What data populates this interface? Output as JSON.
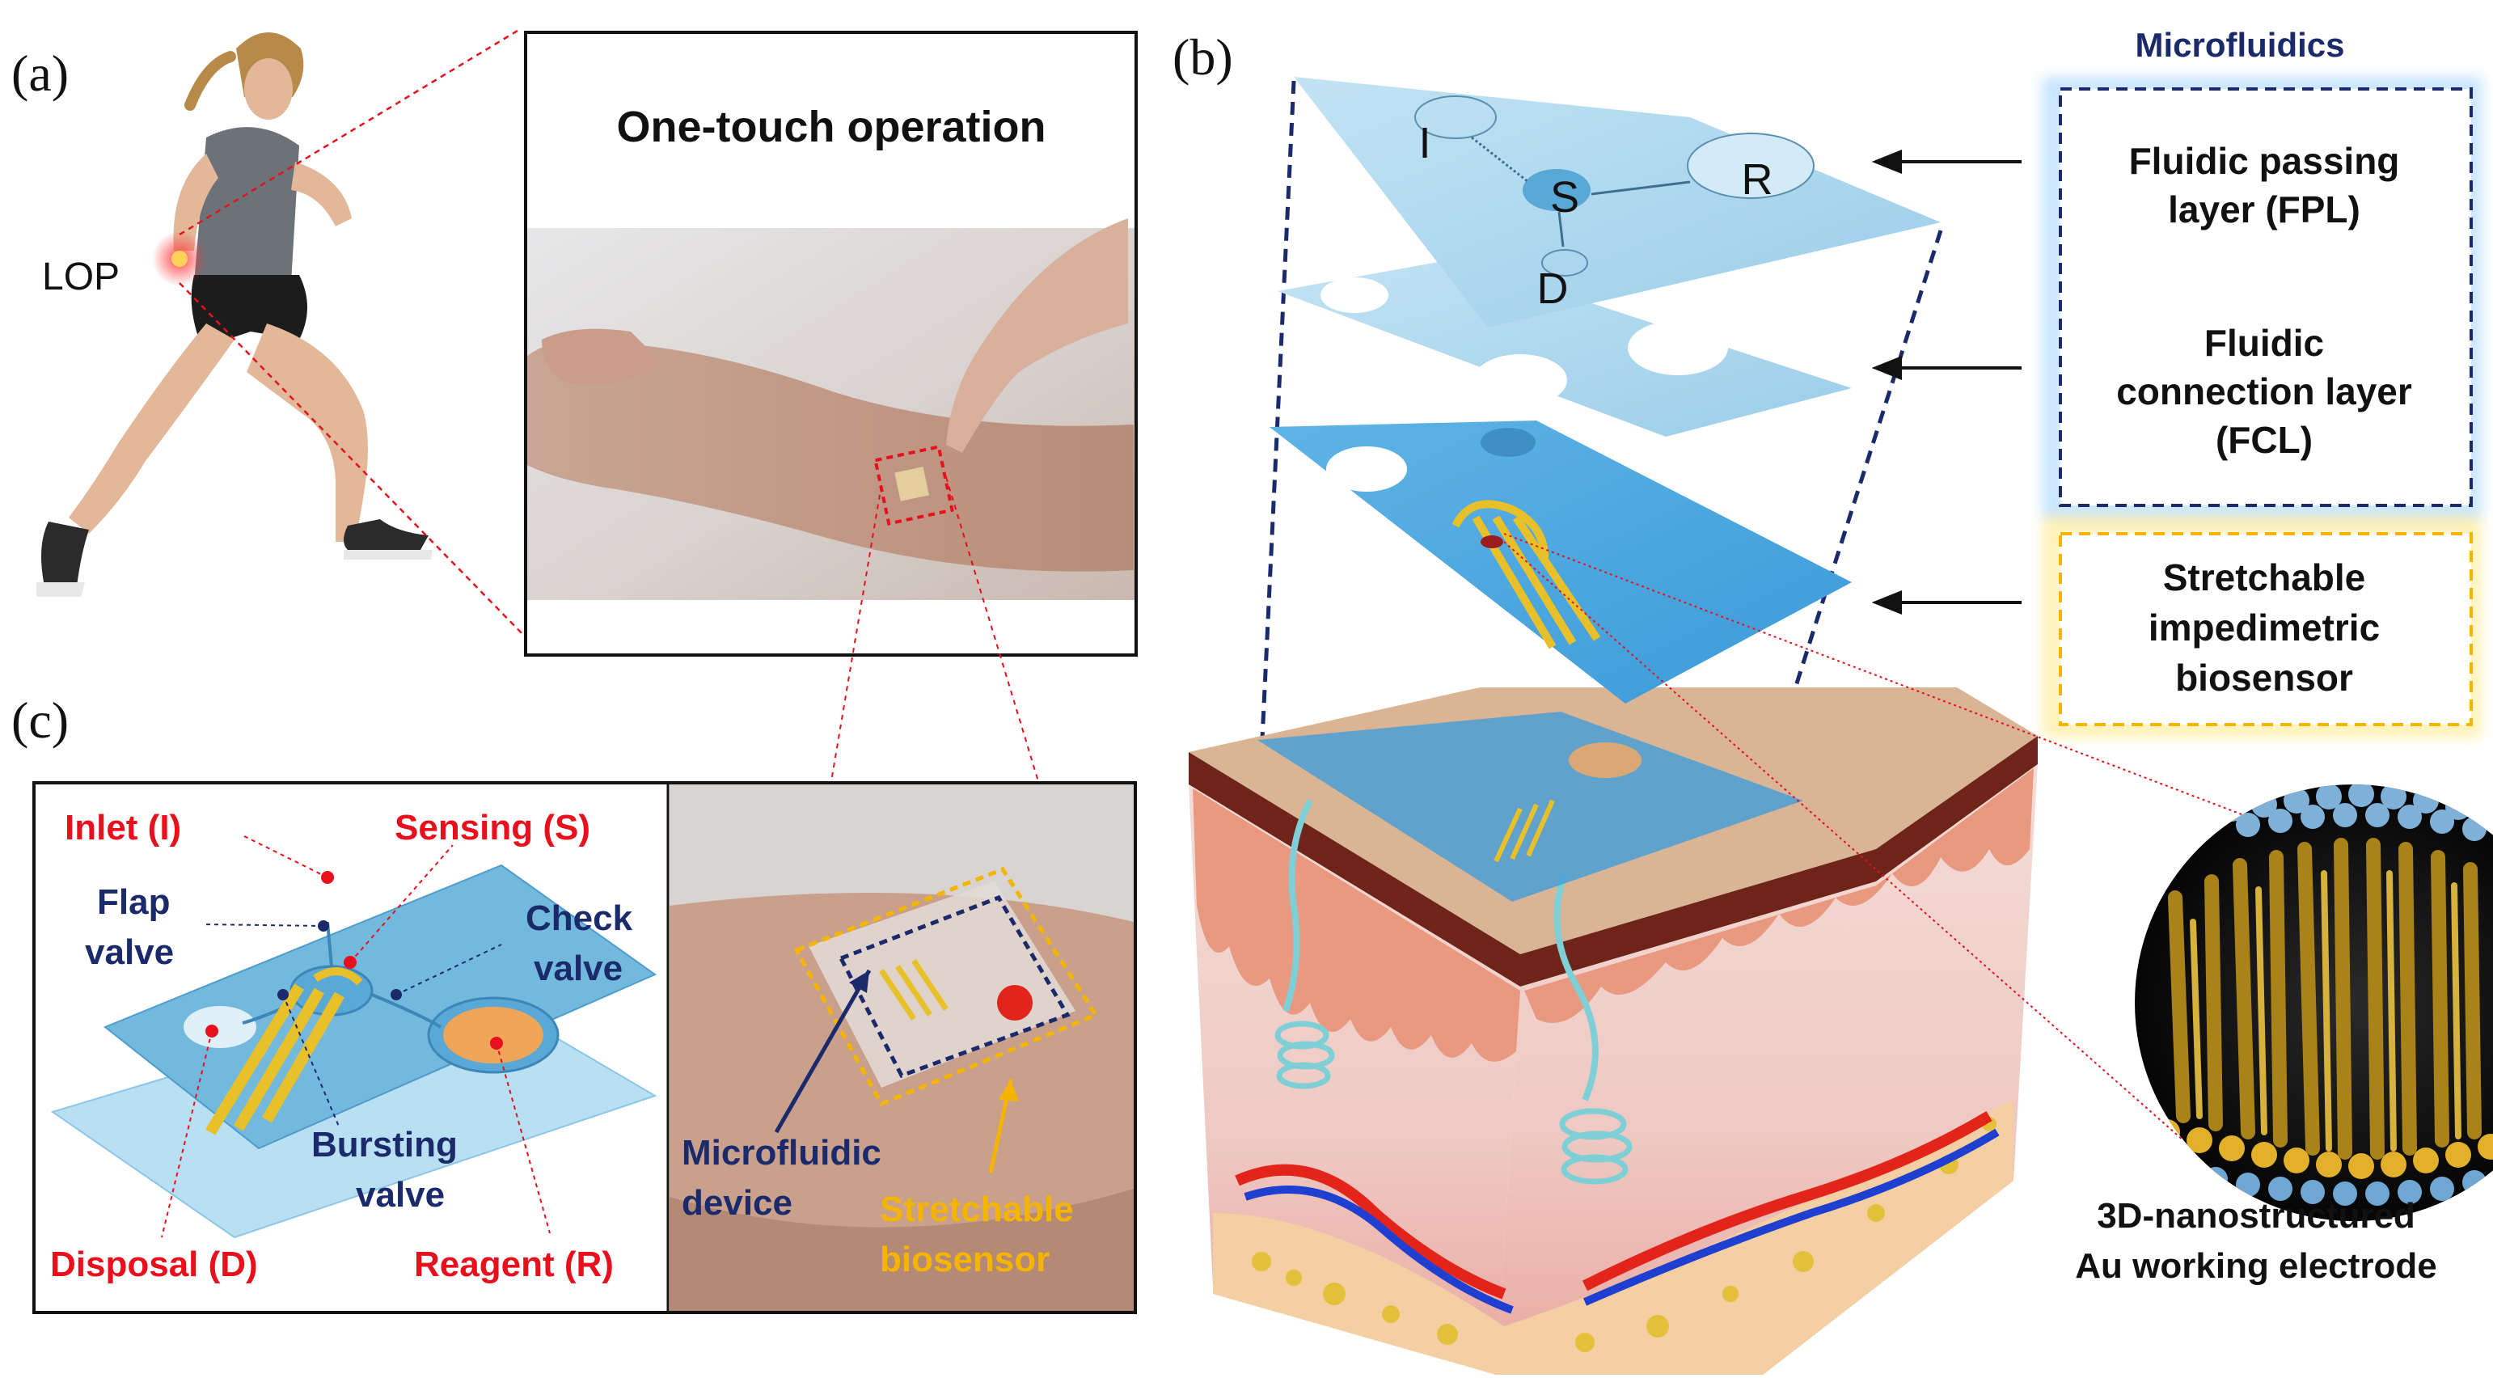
{
  "panels": {
    "a": {
      "letter": "(a)",
      "site_label": "LOP",
      "inset_title": "One-touch operation"
    },
    "b": {
      "letter": "(b)",
      "group_title": "Microfluidics",
      "layer_fpl": [
        "Fluidic passing",
        "layer (FPL)"
      ],
      "layer_fcl": [
        "Fluidic",
        "connection layer",
        "(FCL)"
      ],
      "layer_sensor": [
        "Stretchable",
        "impedimetric",
        "biosensor"
      ],
      "port_i": "I",
      "port_s": "S",
      "port_r": "R",
      "port_d": "D",
      "electrode": [
        "3D-nanostructured",
        "Au working electrode"
      ]
    },
    "c": {
      "letter": "(c)",
      "inlet": "Inlet (I)",
      "sensing": "Sensing (S)",
      "flap": [
        "Flap",
        "valve"
      ],
      "check": [
        "Check",
        "valve"
      ],
      "bursting": [
        "Bursting",
        "valve"
      ],
      "disposal": "Disposal (D)",
      "reagent": "Reagent (R)",
      "microfluidic": [
        "Microfluidic",
        "device"
      ],
      "stretchable": [
        "Stretchable",
        "biosensor"
      ]
    }
  },
  "colors": {
    "red_label": "#e8101c",
    "navy_label": "#1b2a6b",
    "gold_label": "#f4b400",
    "layer_blue": "#a8d6ee",
    "layer_blue_dark": "#58aee0",
    "skin_pink": "#f0c8c4",
    "electrode_gold": "#e8c02a"
  }
}
